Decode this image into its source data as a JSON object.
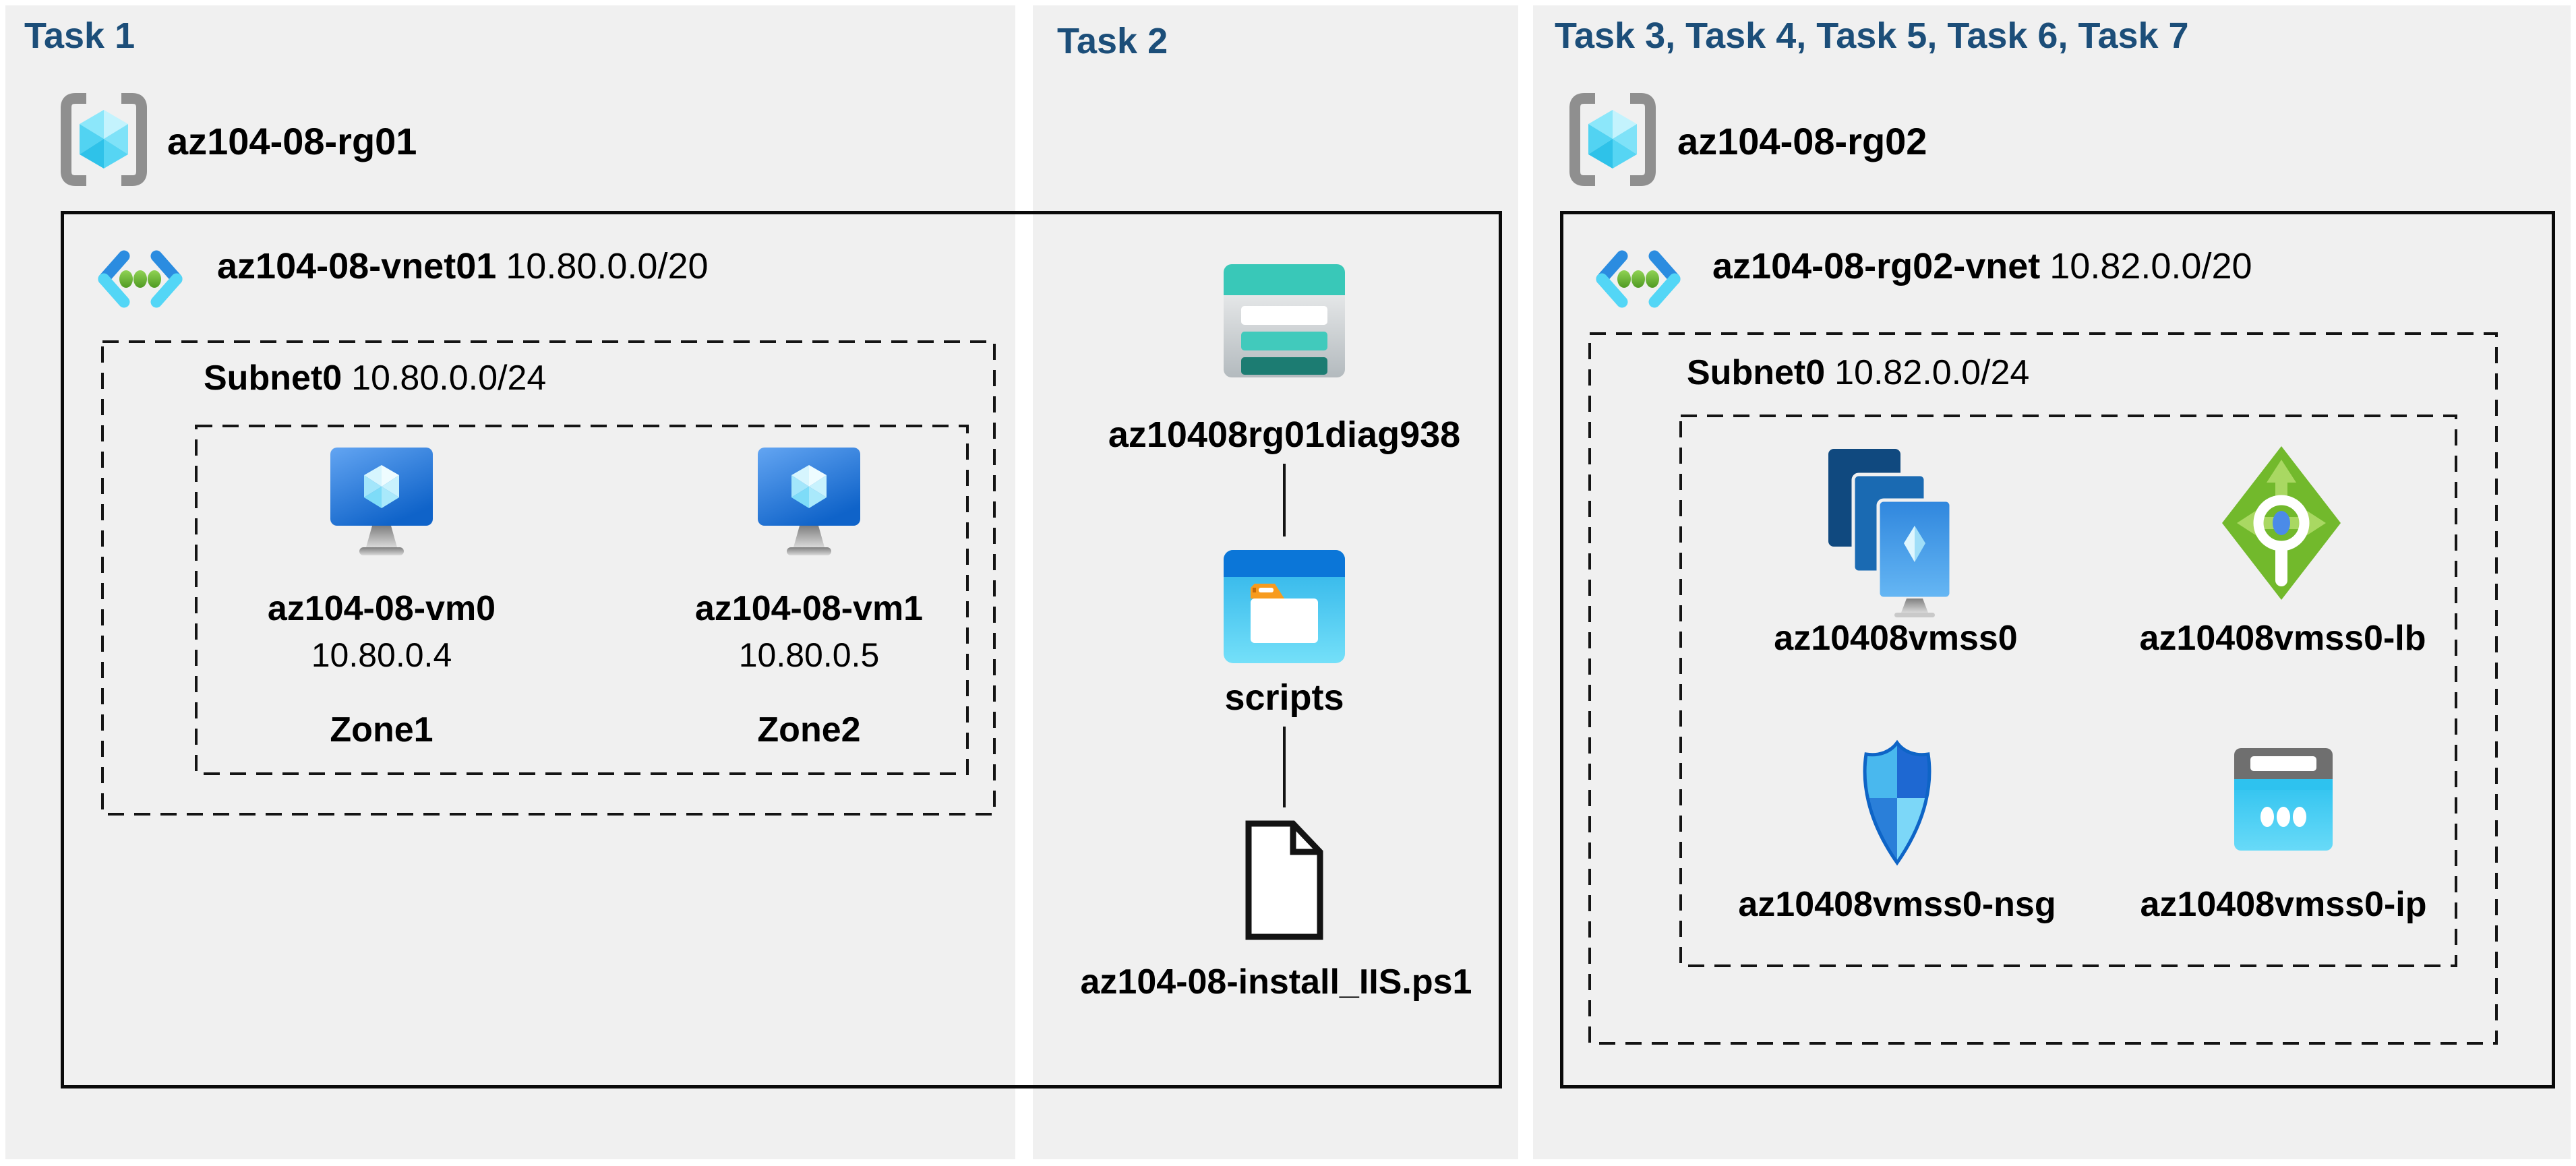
{
  "colors": {
    "background": "#ffffff",
    "panel": "#f0f0f0",
    "heading": "#1c4e79",
    "line": "#141414",
    "teal": "#39c8b8",
    "azure_blue": "#0b76d8",
    "green": "#72b92c"
  },
  "task1": {
    "header": "Task 1",
    "rg_name": "az104-08-rg01",
    "vnet_name": "az104-08-vnet01",
    "vnet_cidr": "10.80.0.0/20",
    "subnet_name": "Subnet0",
    "subnet_cidr": "10.80.0.0/24",
    "vm0": {
      "name": "az104-08-vm0",
      "ip": "10.80.0.4",
      "zone": "Zone1"
    },
    "vm1": {
      "name": "az104-08-vm1",
      "ip": "10.80.0.5",
      "zone": "Zone2"
    }
  },
  "task2": {
    "header": "Task 2",
    "storage_account": "az10408rg01diag938",
    "container": "scripts",
    "script_file": "az104-08-install_IIS.ps1"
  },
  "task3": {
    "header": "Task 3, Task 4, Task 5, Task 6, Task 7",
    "rg_name": "az104-08-rg02",
    "vnet_name": "az104-08-rg02-vnet",
    "vnet_cidr": "10.82.0.0/20",
    "subnet_name": "Subnet0",
    "subnet_cidr": "10.82.0.0/24",
    "vmss_name": "az10408vmss0",
    "lb_name": "az10408vmss0-lb",
    "nsg_name": "az10408vmss0-nsg",
    "ip_name": "az10408vmss0-ip"
  },
  "icons": {
    "resource_group": "resource-group-icon",
    "virtual_network": "vnet-icon",
    "virtual_machine": "vm-icon",
    "storage_account": "storage-account-icon",
    "blob_container": "container-icon",
    "script_file": "file-icon",
    "vm_scale_set": "vmss-icon",
    "load_balancer": "load-balancer-icon",
    "network_security_group": "nsg-icon",
    "public_ip": "public-ip-icon"
  }
}
